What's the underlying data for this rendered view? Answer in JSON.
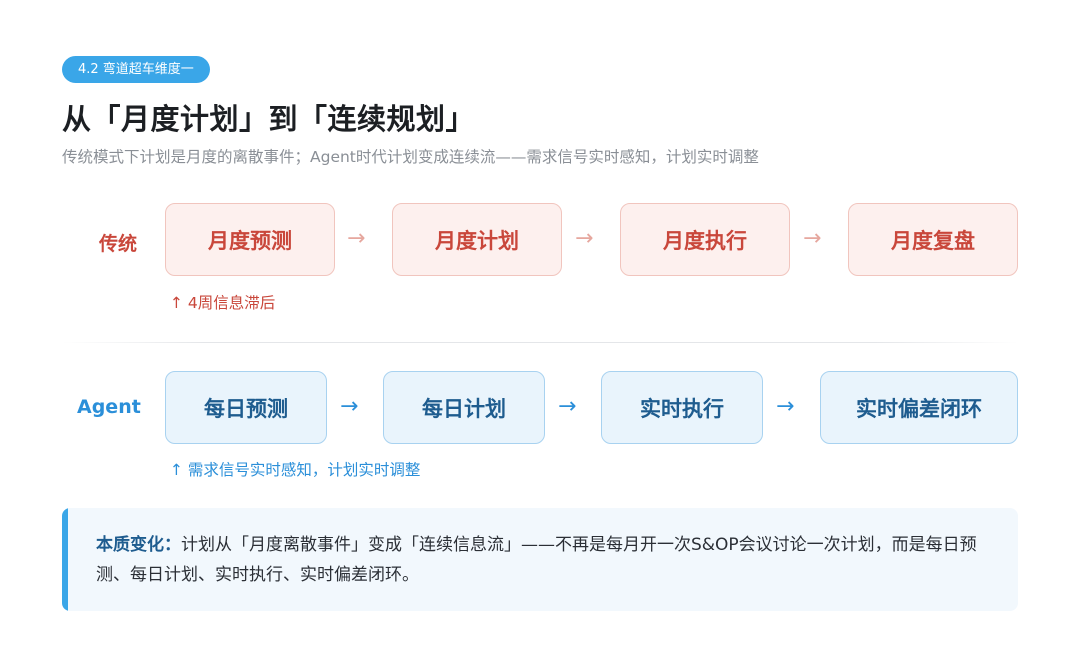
{
  "badge": "4.2 弯道超车维度一",
  "title": "从「月度计划」到「连续规划」",
  "subtitle": "传统模式下计划是月度的离散事件；Agent时代计划变成连续流——需求信号实时感知，计划实时调整",
  "traditional": {
    "label": "传统",
    "steps": [
      "月度预测",
      "月度计划",
      "月度执行",
      "月度复盘"
    ],
    "arrow": "→",
    "note": "↑ 4周信息滞后"
  },
  "agent": {
    "label": "Agent",
    "steps": [
      "每日预测",
      "每日计划",
      "实时执行",
      "实时偏差闭环"
    ],
    "arrow": "→",
    "note": "↑ 需求信号实时感知，计划实时调整"
  },
  "callout": {
    "lead": "本质变化：",
    "body": "计划从「月度离散事件」变成「连续信息流」——不再是每月开一次S&OP会议讨论一次计划，而是每日预测、每日计划、实时执行、实时偏差闭环。"
  },
  "colors": {
    "accent": "#3aa6e8",
    "traditional": "#c9473b",
    "agent": "#2b8fd9"
  }
}
